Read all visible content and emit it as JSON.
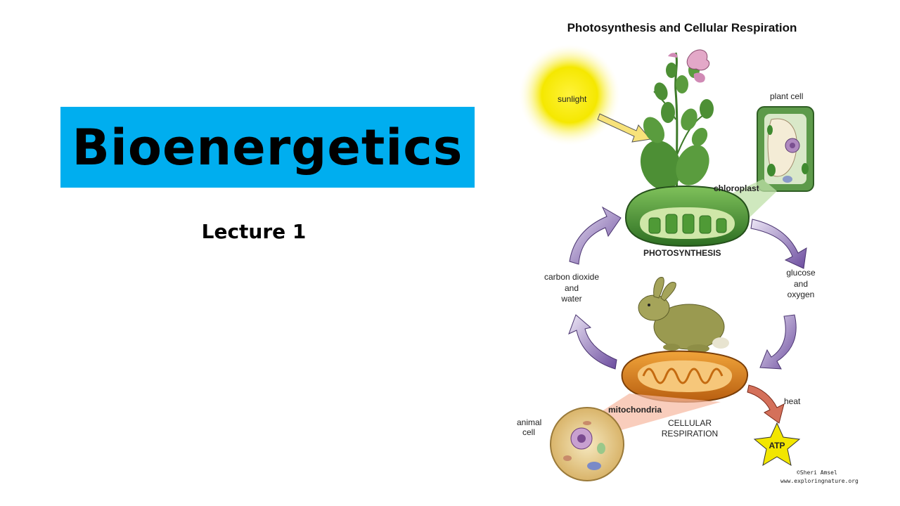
{
  "slide": {
    "title": "Bioenergetics",
    "subtitle": "Lecture 1"
  },
  "diagram": {
    "title": "Photosynthesis and Cellular Respiration",
    "labels": {
      "sunlight": "sunlight",
      "plant_cell": "plant cell",
      "chloroplast": "chloroplast",
      "photosynthesis": "PHOTOSYNTHESIS",
      "glucose": [
        "glucose",
        "and",
        "oxygen"
      ],
      "carbon": [
        "carbon dioxide",
        "and",
        "water"
      ],
      "mitochondria": "mitochondria",
      "animal_cell": [
        "animal",
        "cell"
      ],
      "cellular_respiration": [
        "CELLULAR",
        "RESPIRATION"
      ],
      "heat": "heat",
      "atp": "ATP"
    },
    "credit": [
      "©Sheri Amsel",
      "www.exploringnature.org"
    ],
    "colors": {
      "sun": "#f5e800",
      "arrow": "#7a5aa8",
      "chloroplast": "#3f8a2f",
      "mitochondria": "#d97a1a",
      "atp_star": "#f2e600",
      "heat_arrow": "#c8402a"
    }
  }
}
